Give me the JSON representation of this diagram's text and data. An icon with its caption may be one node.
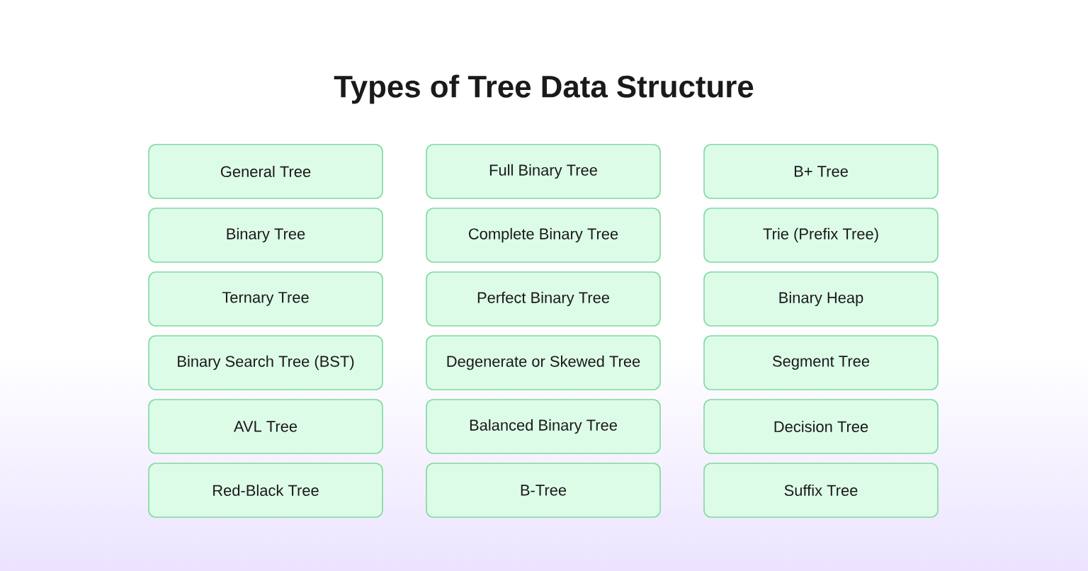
{
  "diagram": {
    "title": "Types of Tree Data Structure",
    "nodes": [
      {
        "text": [
          "General Tree"
        ]
      },
      {
        "text": [
          "Full Binary Tree"
        ]
      },
      {
        "text": [
          "B+ Tree"
        ]
      },
      {
        "text": [
          "Binary Tree"
        ]
      },
      {
        "text": [
          "Complete Binary Tree"
        ]
      },
      {
        "text": [
          "Trie (Prefix Tree)"
        ]
      },
      {
        "text": [
          "Ternary Tree"
        ]
      },
      {
        "text": [
          "Perfect Binary Tree"
        ]
      },
      {
        "text": [
          "Binary Heap"
        ]
      },
      {
        "text": [
          "Binary Search Tree (BST)"
        ]
      },
      {
        "text": [
          "Degenerate or Skewed Tree"
        ]
      },
      {
        "text": [
          "Segment Tree"
        ]
      },
      {
        "text": [
          "AVL Tree"
        ]
      },
      {
        "text": [
          "Balanced Binary Tree"
        ]
      },
      {
        "text": [
          "Decision Tree"
        ]
      },
      {
        "text": [
          "Red-Black Tree"
        ]
      },
      {
        "text": [
          "B-Tree"
        ]
      },
      {
        "text": [
          "Suffix Tree"
        ]
      }
    ]
  }
}
